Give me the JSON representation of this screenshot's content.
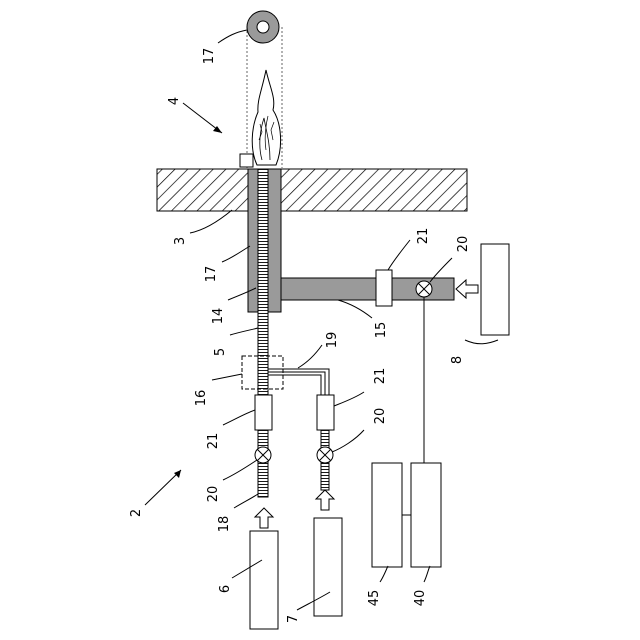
{
  "figure": {
    "labels": {
      "system": "2",
      "plate": "3",
      "flame": "4",
      "inner_tube": "5",
      "source_a": "6",
      "source_b": "7",
      "source_c": "8",
      "main_tube": "14",
      "side_tube": "15",
      "junction": "16",
      "outer_tube_top": "17",
      "outer_tube_mid": "17",
      "line_a": "18",
      "line_b": "19",
      "valve_top": "20",
      "valve_a": "20",
      "valve_b": "20",
      "meter_top": "21",
      "meter_a": "21",
      "meter_b": "21",
      "controller_a": "45",
      "controller_b": "40"
    }
  }
}
